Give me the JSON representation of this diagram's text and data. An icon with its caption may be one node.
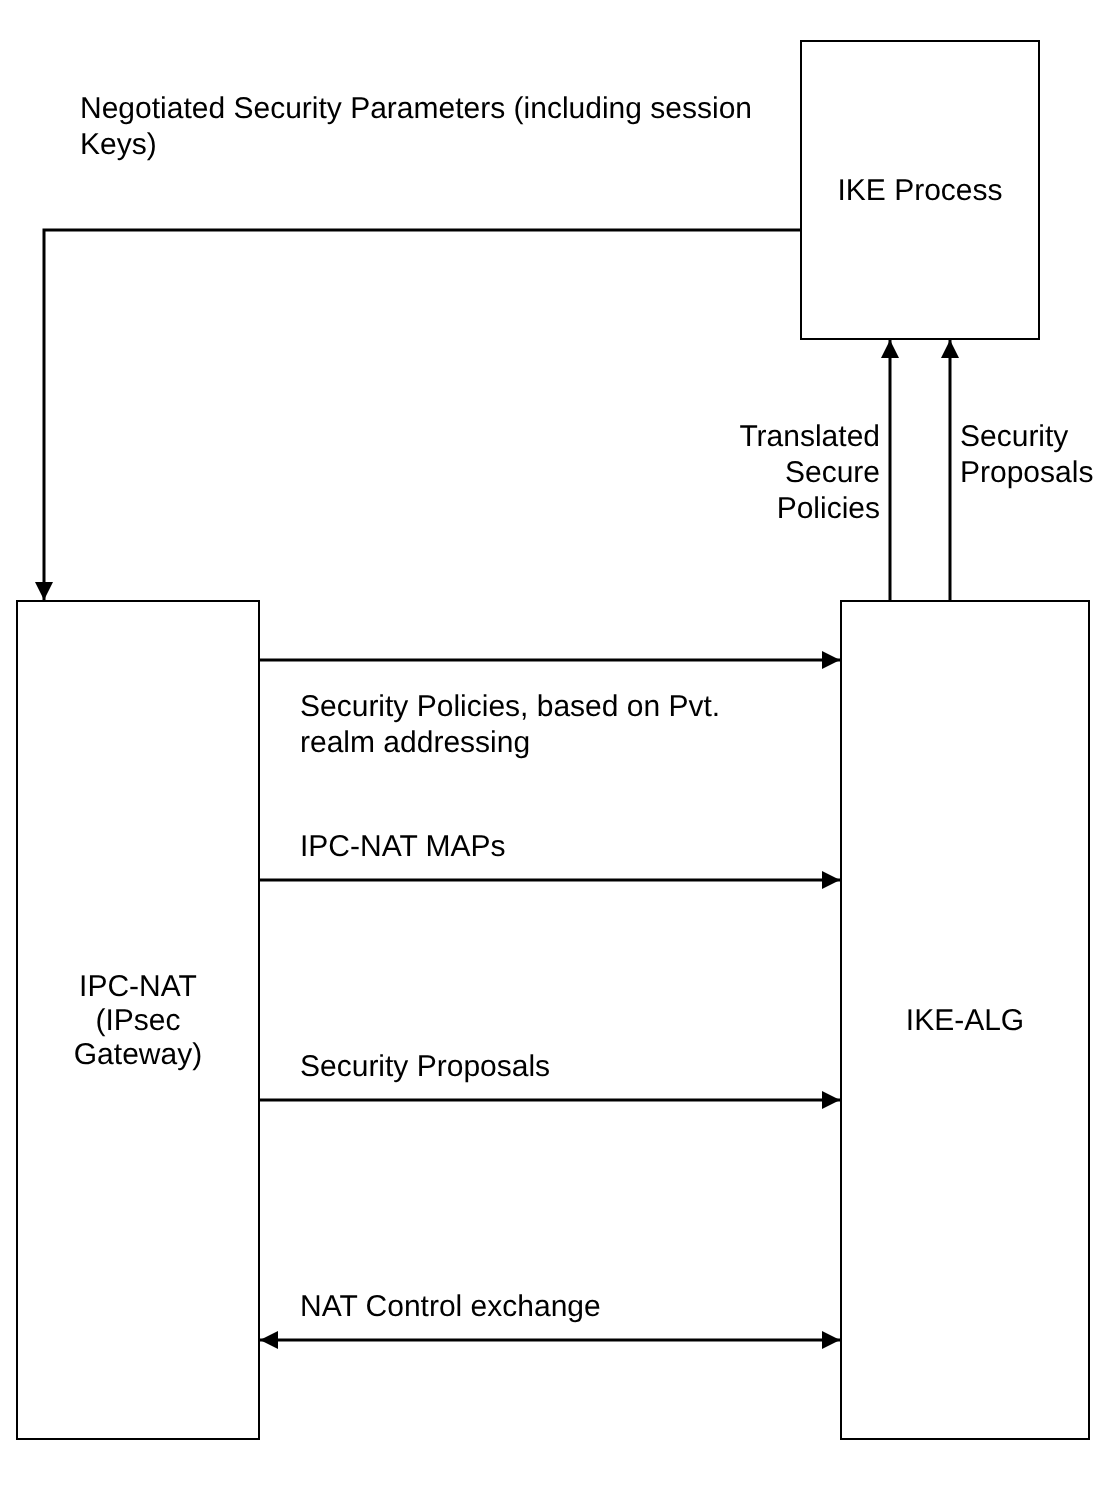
{
  "diagram": {
    "nodes": [
      {
        "text": [
          "IKE Process"
        ]
      },
      {
        "text": [
          "IPC-NAT (IPsec Gateway)"
        ]
      },
      {
        "text": [
          "IKE-ALG"
        ]
      }
    ],
    "edges": [
      {
        "from": 0,
        "to": 1,
        "arrow": "to",
        "label": "Negotiated Security Parameters (including session Keys)"
      },
      {
        "from": 2,
        "to": 0,
        "arrow": "to",
        "label": "Translated Secure Policies"
      },
      {
        "from": 2,
        "to": 0,
        "arrow": "to",
        "label": "Security Proposals"
      },
      {
        "from": 1,
        "to": 2,
        "arrow": "to",
        "label": "Security Policies, based on Pvt. realm addressing"
      },
      {
        "from": 1,
        "to": 2,
        "arrow": "to",
        "label": "IPC-NAT MAPs"
      },
      {
        "from": 1,
        "to": 2,
        "arrow": "to",
        "label": "Security Proposals"
      },
      {
        "from": 1,
        "to": 2,
        "arrow": "both",
        "label": "NAT Control exchange"
      }
    ]
  }
}
